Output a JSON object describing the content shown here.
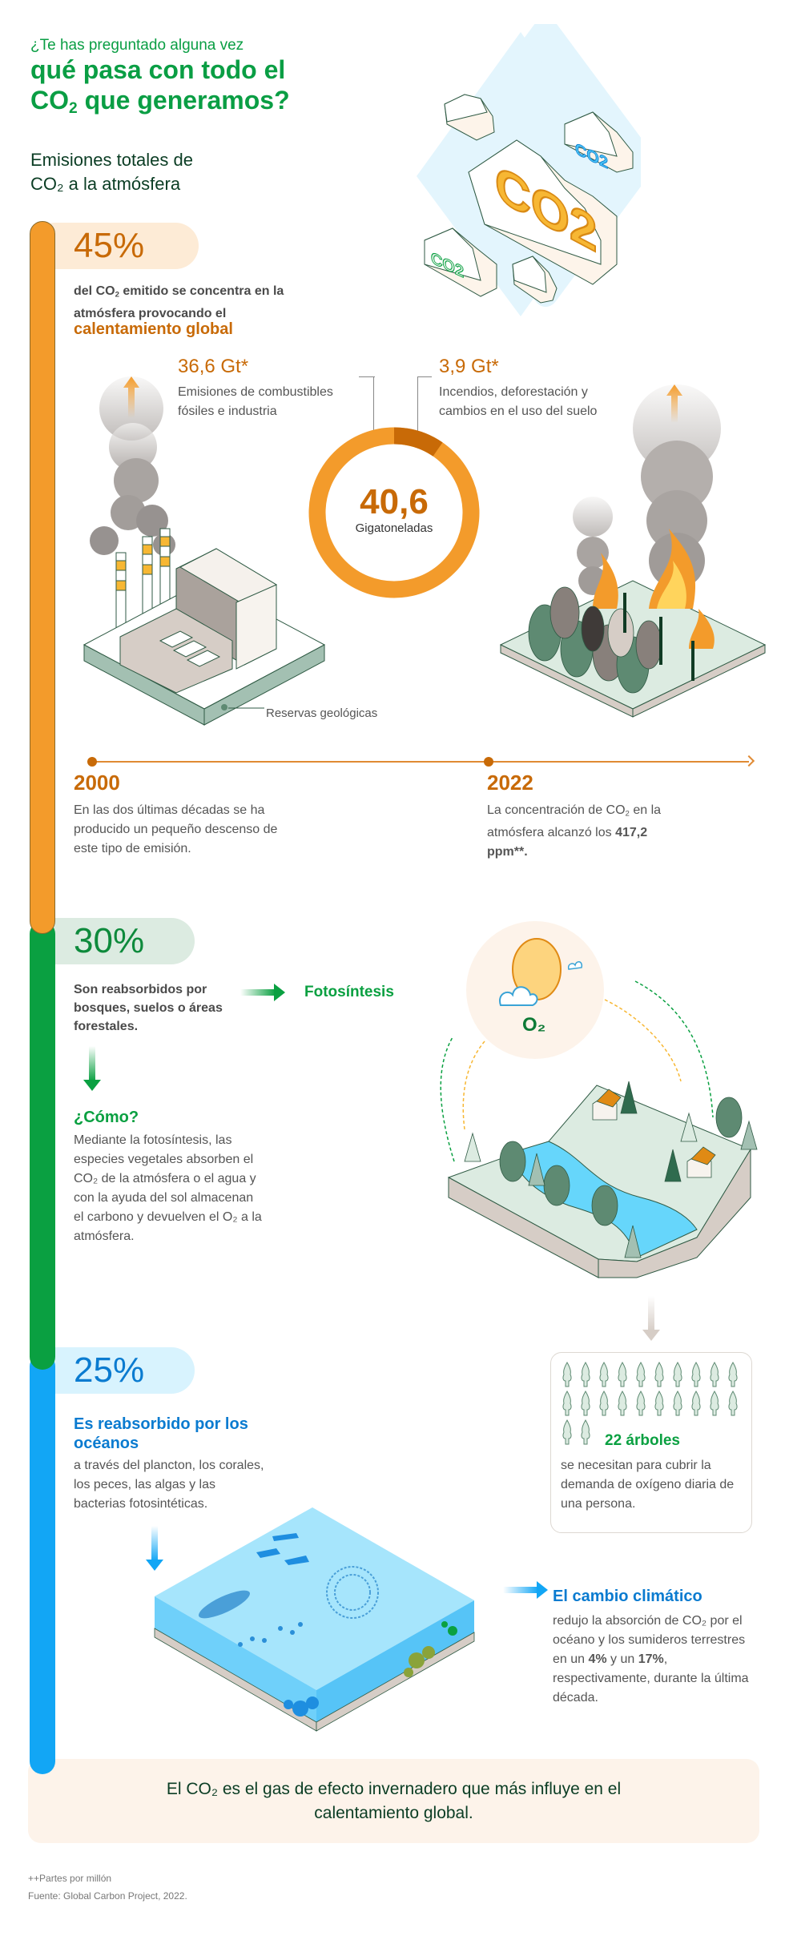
{
  "header": {
    "intro": "¿Te has preguntado alguna vez",
    "headline_line1": "qué pasa con todo el",
    "headline_line2_pre": "CO",
    "headline_line2_sub": "2",
    "headline_line2_post": " que generamos?",
    "subhead_line1": "Emisiones totales de",
    "subhead_line2": "CO₂ a la atmósfera"
  },
  "hero": {
    "labels": [
      "CO2",
      "CO2",
      "CO2"
    ]
  },
  "colors": {
    "orange": "#f39b2b",
    "orange_dark": "#c86a07",
    "green": "#0aa041",
    "blue": "#12a6f5",
    "blue_text": "#0a7bd0",
    "dark_green": "#0b3d24"
  },
  "section_atmosphere": {
    "percent": "45%",
    "desc_pre": "del CO",
    "desc_sub": "2",
    "desc_post": " emitido se concentra en la atmósfera provocando el",
    "accent": "calentamiento global",
    "fossil": {
      "value": "36,6 Gt*",
      "label": "Emisiones de combustibles fósiles e industria"
    },
    "land": {
      "value": "3,9 Gt*",
      "label": "Incendios, deforestación y cambios en el uso del suelo"
    },
    "total": {
      "value": "40,6",
      "unit": "Gigatoneladas"
    },
    "geo_label": "Reservas geológicas",
    "timeline": [
      {
        "year": "2000",
        "desc": "En las dos últimas décadas se ha producido un pequeño descenso de este tipo de emisión."
      },
      {
        "year": "2022",
        "desc_pre": "La concentración de CO",
        "desc_sub": "2",
        "desc_mid": " en la atmósfera alcanzó los ",
        "desc_bold": "417,2 ppm**."
      }
    ]
  },
  "chart_data": {
    "type": "pie",
    "title": "40,6 Gigatoneladas",
    "categories": [
      "Emisiones de combustibles fósiles e industria",
      "Incendios, deforestación y cambios en el uso del suelo"
    ],
    "values": [
      36.6,
      3.9
    ],
    "unit": "Gt",
    "total": 40.6
  },
  "section_forests": {
    "percent": "30%",
    "desc": "Son reabsorbidos por bosques, suelos o áreas forestales.",
    "process": "Fotosíntesis",
    "how_title": "¿Cómo?",
    "how_desc": "Mediante la fotosíntesis, las especies vegetales absorben el CO₂ de la atmósfera o el agua y con la ayuda del sol almacenan el carbono y devuelven el O₂ a la atmósfera.",
    "o2_label": "O₂",
    "trees": {
      "count_label": "22 árboles",
      "count": 22,
      "desc": "se necesitan para cubrir la demanda de oxígeno diaria de una persona."
    }
  },
  "section_oceans": {
    "percent": "25%",
    "title": "Es reabsorbido por los océanos",
    "desc": "a través del plancton, los corales, los peces, las algas y las bacterias fotosintéticas.",
    "climate_title": "El cambio climático",
    "climate_desc_pre": "redujo la absorción de CO₂ por el océano y los sumideros terrestres en un ",
    "climate_bold1": "4%",
    "climate_mid": " y un ",
    "climate_bold2": "17%",
    "climate_post": ", respectivamente, durante la última década."
  },
  "conclusion": {
    "text": "El CO₂ es el gas de efecto invernadero que más influye en el calentamiento global."
  },
  "footer": {
    "note": "++Partes por millón",
    "source": "Fuente: Global Carbon Project, 2022."
  }
}
